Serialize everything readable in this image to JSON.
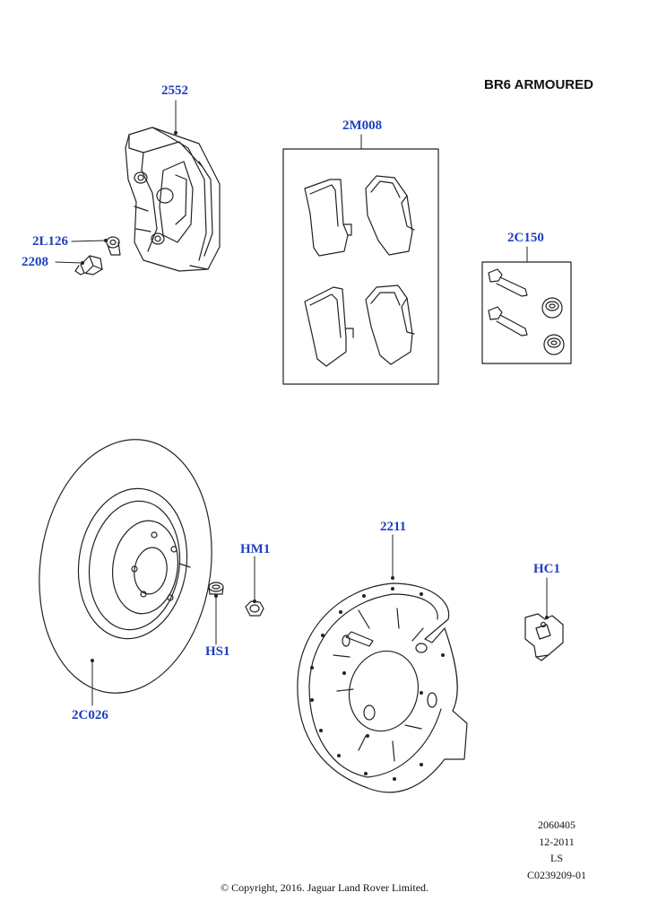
{
  "title": "BR6 ARMOURED",
  "callouts": {
    "caliper": "2552",
    "pads": "2M008",
    "bracket_kit": "2C150",
    "washer": "2L126",
    "bleed_screw": "2208",
    "disc": "2C026",
    "shield": "2211",
    "nut": "HM1",
    "screw": "HS1",
    "clip": "HC1"
  },
  "meta": {
    "code": "2060405",
    "date": "12-2011",
    "initials": "LS",
    "ref": "C0239209-01"
  },
  "copyright": "© Copyright, 2016. Jaguar Land Rover Limited."
}
